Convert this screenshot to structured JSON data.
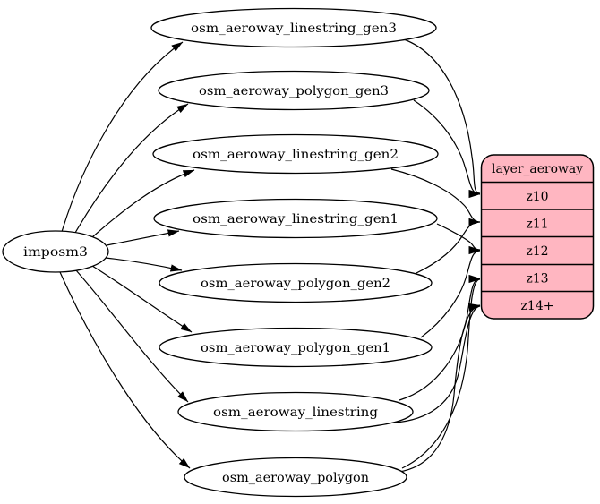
{
  "diagram": {
    "type": "etl-graph",
    "source": {
      "label": "imposm3"
    },
    "tables": [
      {
        "label": "osm_aeroway_linestring_gen3"
      },
      {
        "label": "osm_aeroway_polygon_gen3"
      },
      {
        "label": "osm_aeroway_linestring_gen2"
      },
      {
        "label": "osm_aeroway_linestring_gen1"
      },
      {
        "label": "osm_aeroway_polygon_gen2"
      },
      {
        "label": "osm_aeroway_polygon_gen1"
      },
      {
        "label": "osm_aeroway_linestring"
      },
      {
        "label": "osm_aeroway_polygon"
      }
    ],
    "layer": {
      "title": "layer_aeroway",
      "rows": [
        "z10",
        "z11",
        "z12",
        "z13",
        "z14+"
      ]
    },
    "edges": [
      {
        "from": "imposm3",
        "to": "osm_aeroway_linestring_gen3"
      },
      {
        "from": "imposm3",
        "to": "osm_aeroway_polygon_gen3"
      },
      {
        "from": "imposm3",
        "to": "osm_aeroway_linestring_gen2"
      },
      {
        "from": "imposm3",
        "to": "osm_aeroway_linestring_gen1"
      },
      {
        "from": "imposm3",
        "to": "osm_aeroway_polygon_gen2"
      },
      {
        "from": "imposm3",
        "to": "osm_aeroway_polygon_gen1"
      },
      {
        "from": "imposm3",
        "to": "osm_aeroway_linestring"
      },
      {
        "from": "imposm3",
        "to": "osm_aeroway_polygon"
      },
      {
        "from": "osm_aeroway_linestring_gen3",
        "to": "layer_aeroway:z10"
      },
      {
        "from": "osm_aeroway_polygon_gen3",
        "to": "layer_aeroway:z10"
      },
      {
        "from": "osm_aeroway_linestring_gen2",
        "to": "layer_aeroway:z11"
      },
      {
        "from": "osm_aeroway_polygon_gen2",
        "to": "layer_aeroway:z11"
      },
      {
        "from": "osm_aeroway_linestring_gen1",
        "to": "layer_aeroway:z12"
      },
      {
        "from": "osm_aeroway_polygon_gen1",
        "to": "layer_aeroway:z12"
      },
      {
        "from": "osm_aeroway_linestring",
        "to": "layer_aeroway:z13"
      },
      {
        "from": "osm_aeroway_polygon",
        "to": "layer_aeroway:z13"
      },
      {
        "from": "osm_aeroway_linestring",
        "to": "layer_aeroway:z14+"
      },
      {
        "from": "osm_aeroway_polygon",
        "to": "layer_aeroway:z14+"
      }
    ],
    "colors": {
      "layer_fill": "#ffb6c1",
      "table_fill": "#ffffff",
      "stroke": "#000000",
      "background": "#ffffff"
    }
  }
}
